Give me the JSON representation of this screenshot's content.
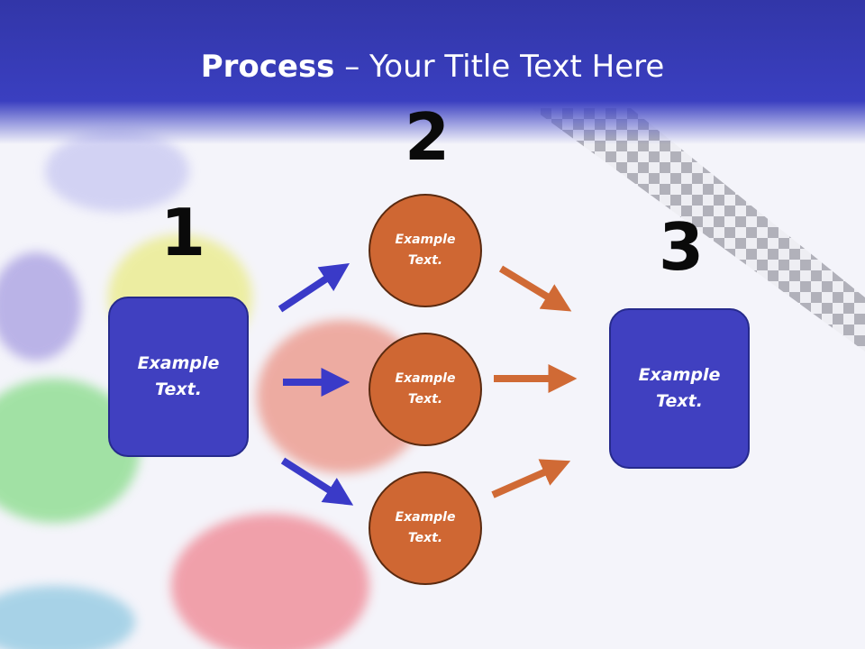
{
  "title": {
    "bold": "Process",
    "rest": " – Your Title Text Here"
  },
  "steps": {
    "one": "1",
    "two": "2",
    "three": "3"
  },
  "nodes": {
    "left_box": [
      "Example",
      "Text."
    ],
    "circle_top": [
      "Example",
      "Text."
    ],
    "circle_mid": [
      "Example",
      "Text."
    ],
    "circle_bottom": [
      "Example",
      "Text."
    ],
    "right_box": [
      "Example",
      "Text."
    ]
  },
  "colors": {
    "header": "#3a3fc0",
    "box": "#4040c0",
    "circle": "#cf6733",
    "blue_arrow": "#3a3ac8",
    "orange_arrow": "#d06a35"
  }
}
